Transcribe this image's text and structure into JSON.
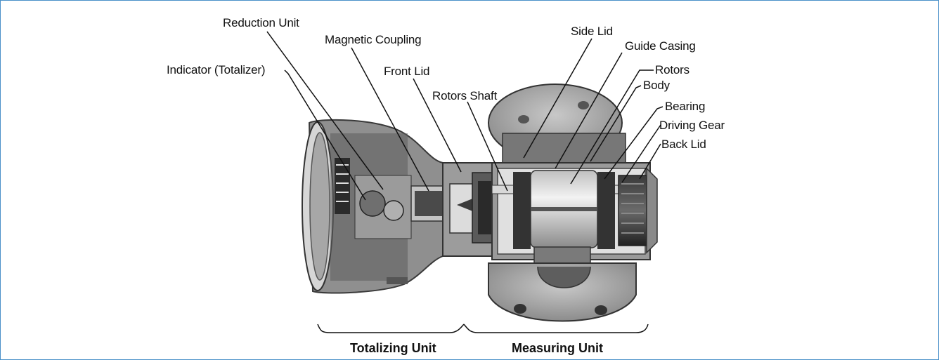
{
  "labels": {
    "reduction_unit": "Reduction Unit",
    "magnetic_coupling": "Magnetic Coupling",
    "indicator": "Indicator (Totalizer)",
    "front_lid": "Front Lid",
    "rotors_shaft": "Rotors Shaft",
    "side_lid": "Side Lid",
    "guide_casing": "Guide Casing",
    "rotors": "Rotors",
    "body": "Body",
    "bearing": "Bearing",
    "driving_gear": "Driving Gear",
    "back_lid": "Back Lid"
  },
  "units": {
    "totalizing": "Totalizing Unit",
    "measuring": "Measuring Unit"
  },
  "colors": {
    "frame": "#4a90c8",
    "metal_dark": "#2a2a2a",
    "metal_mid": "#777777",
    "metal_light": "#bdbdbd",
    "leader": "#111111"
  }
}
